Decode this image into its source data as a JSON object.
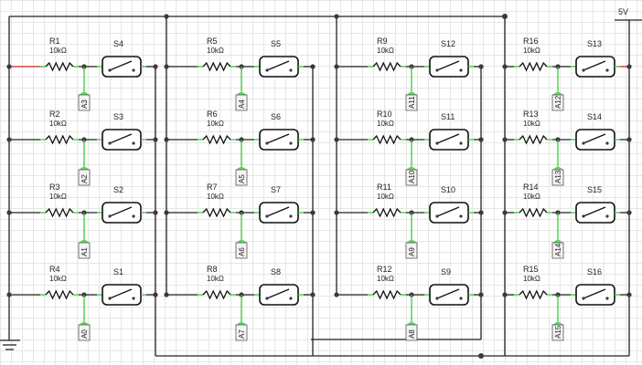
{
  "power_label": "5V",
  "columns": [
    {
      "rows": [
        {
          "resistor": "R1",
          "value": "10kΩ",
          "switch": "S4",
          "pin": "A3"
        },
        {
          "resistor": "R2",
          "value": "10kΩ",
          "switch": "S3",
          "pin": "A2"
        },
        {
          "resistor": "R3",
          "value": "10kΩ",
          "switch": "S2",
          "pin": "A1"
        },
        {
          "resistor": "R4",
          "value": "10kΩ",
          "switch": "S1",
          "pin": "A0"
        }
      ]
    },
    {
      "rows": [
        {
          "resistor": "R5",
          "value": "10kΩ",
          "switch": "S5",
          "pin": "A4"
        },
        {
          "resistor": "R6",
          "value": "10kΩ",
          "switch": "S6",
          "pin": "A5"
        },
        {
          "resistor": "R7",
          "value": "10kΩ",
          "switch": "S7",
          "pin": "A6"
        },
        {
          "resistor": "R8",
          "value": "10kΩ",
          "switch": "S8",
          "pin": "A7"
        }
      ]
    },
    {
      "rows": [
        {
          "resistor": "R9",
          "value": "10kΩ",
          "switch": "S12",
          "pin": "A11"
        },
        {
          "resistor": "R10",
          "value": "10kΩ",
          "switch": "S11",
          "pin": "A10"
        },
        {
          "resistor": "R11",
          "value": "10kΩ",
          "switch": "S10",
          "pin": "A9"
        },
        {
          "resistor": "R12",
          "value": "10kΩ",
          "switch": "S9",
          "pin": "A8"
        }
      ]
    },
    {
      "rows": [
        {
          "resistor": "R16",
          "value": "10kΩ",
          "switch": "S13",
          "pin": "A12"
        },
        {
          "resistor": "R13",
          "value": "10kΩ",
          "switch": "S14",
          "pin": "A13"
        },
        {
          "resistor": "R14",
          "value": "10kΩ",
          "switch": "S15",
          "pin": "A14"
        },
        {
          "resistor": "R15",
          "value": "10kΩ",
          "switch": "S16",
          "pin": "A15"
        }
      ]
    }
  ]
}
